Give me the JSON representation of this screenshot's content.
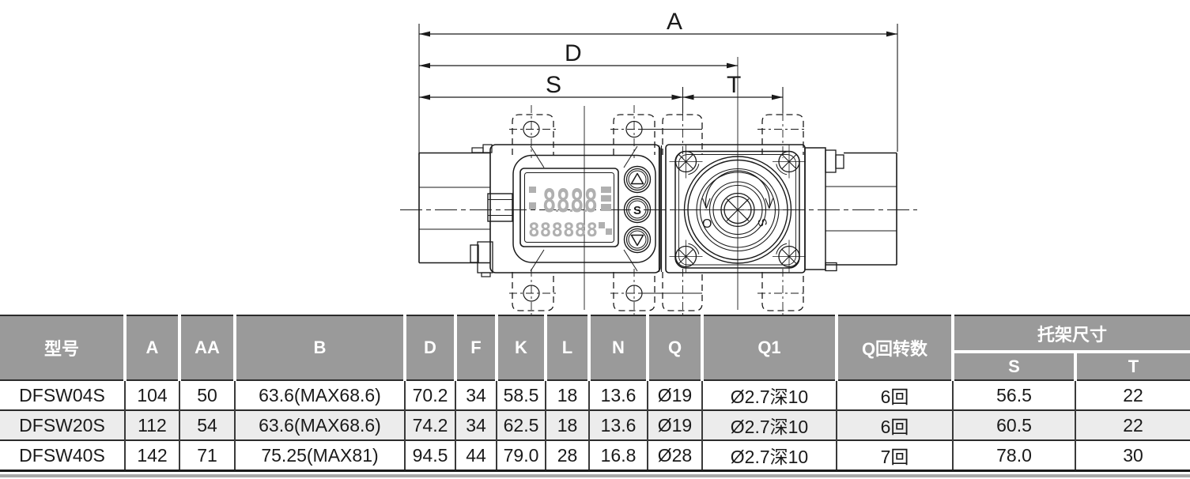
{
  "drawing": {
    "dim_a": "A",
    "dim_d": "D",
    "dim_s": "S",
    "dim_t": "T",
    "lcd_main": "8888",
    "lcd_sub": "888888",
    "btn_set": "S",
    "valve_open": "O",
    "valve_shut": "S"
  },
  "table": {
    "headers": {
      "model": "型号",
      "a": "A",
      "aa": "AA",
      "b": "B",
      "d": "D",
      "f": "F",
      "k": "K",
      "l": "L",
      "n": "N",
      "q": "Q",
      "q1": "Q1",
      "q_turns": "Q回转数",
      "bracket": "托架尺寸",
      "s": "S",
      "t": "T"
    },
    "rows": [
      [
        "DFSW04S",
        "104",
        "50",
        "63.6(MAX68.6)",
        "70.2",
        "34",
        "58.5",
        "18",
        "13.6",
        "Ø19",
        "Ø2.7深10",
        "6回",
        "56.5",
        "22"
      ],
      [
        "DFSW20S",
        "112",
        "54",
        "63.6(MAX68.6)",
        "74.2",
        "34",
        "62.5",
        "18",
        "13.6",
        "Ø19",
        "Ø2.7深10",
        "6回",
        "60.5",
        "22"
      ],
      [
        "DFSW40S",
        "142",
        "71",
        "75.25(MAX81)",
        "94.5",
        "44",
        "79.0",
        "28",
        "16.8",
        "Ø28",
        "Ø2.7深10",
        "7回",
        "78.0",
        "30"
      ]
    ]
  },
  "colors": {
    "header_bg": "#9a9a9a",
    "row_alt": "#ececec",
    "line_dark": "#2b2b2b",
    "lcd_gray": "#b0b0b0"
  }
}
